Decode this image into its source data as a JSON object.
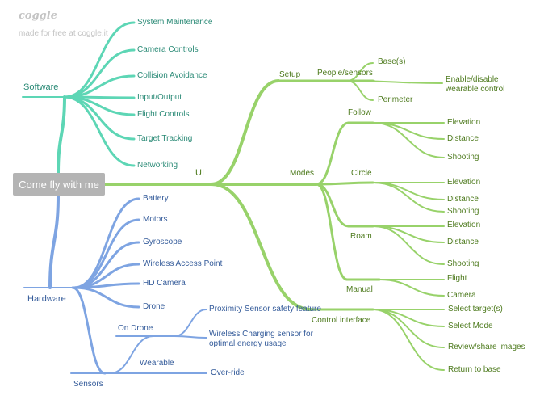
{
  "watermark": {
    "logo": "coggle",
    "tagline": "made for free at coggle.it"
  },
  "colors": {
    "software": "#5dd6b5",
    "hardware": "#7ea4e2",
    "ui": "#98d26a",
    "root_bg": "#b4b4b4"
  },
  "mindmap": {
    "root": "Come fly with me",
    "software": {
      "label": "Software",
      "items": [
        "System Maintenance",
        "Camera Controls",
        "Collision Avoidance",
        "Input/Output",
        "Flight Controls",
        "Target Tracking",
        "Networking"
      ]
    },
    "hardware": {
      "label": "Hardware",
      "items": [
        "Battery",
        "Motors",
        "Gyroscope",
        "Wireless Access Point",
        "HD Camera",
        "Drone"
      ],
      "sensors": {
        "label": "Sensors",
        "on_drone": {
          "label": "On Drone",
          "items": [
            "Proximity Sensor safety feature",
            "Wireless Charging sensor for\noptimal energy usage"
          ]
        },
        "wearable": {
          "label": "Wearable",
          "items": [
            "Over-ride"
          ]
        }
      }
    },
    "ui": {
      "label": "UI",
      "setup": {
        "label": "Setup",
        "people_sensors": {
          "label": "People/sensors",
          "items": [
            "Base(s)",
            "Enable/disable\nwearable control",
            "Perimeter"
          ]
        }
      },
      "modes": {
        "label": "Modes",
        "follow": {
          "label": "Follow",
          "items": [
            "Elevation",
            "Distance",
            "Shooting"
          ]
        },
        "circle": {
          "label": "Circle",
          "items": [
            "Elevation",
            "Distance",
            "Shooting"
          ]
        },
        "roam": {
          "label": "Roam",
          "items": [
            "Elevation",
            "Distance",
            "Shooting"
          ]
        },
        "manual": {
          "label": "Manual",
          "items": [
            "Flight",
            "Camera"
          ]
        }
      },
      "control_interface": {
        "label": "Control interface",
        "items": [
          "Select target(s)",
          "Select Mode",
          "Review/share images",
          "Return to base"
        ]
      }
    }
  }
}
